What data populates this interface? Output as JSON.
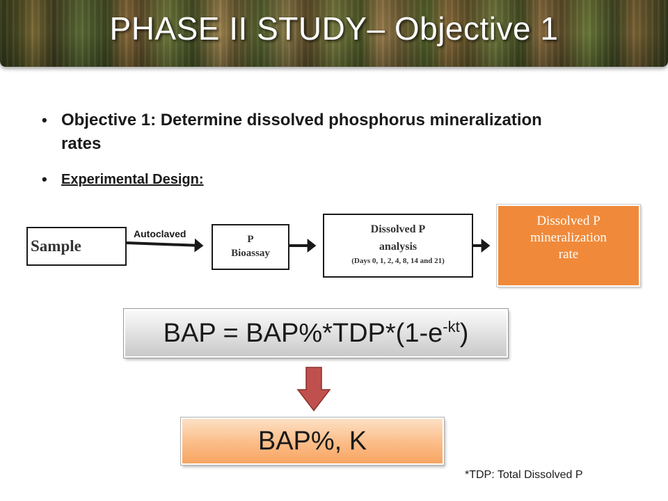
{
  "slide": {
    "title": "PHASE II STUDY– Objective 1"
  },
  "bullets": [
    {
      "text": "Objective 1: Determine dissolved phosphorus mineralization rates"
    },
    {
      "text": "Experimental Design:"
    }
  ],
  "flow": {
    "sample": "Sample",
    "arrow_label": "Autoclaved",
    "bioassay_line1": "P",
    "bioassay_line2": "Bioassay",
    "analysis_line1": "Dissolved P",
    "analysis_line2": "analysis",
    "analysis_days": "(Days 0, 1, 2, 4, 8, 14 and 21)",
    "rate_line1": "Dissolved P",
    "rate_line2": "mineralization",
    "rate_line3": "rate"
  },
  "formula": {
    "main": "BAP = BAP%*TDP*(1-e",
    "superscript": "-kt",
    "close": ")"
  },
  "result": "BAP%, K",
  "footnote": "*TDP: Total Dissolved P",
  "colors": {
    "rate_box": "#f08a3a",
    "down_arrow": "#c0504d",
    "result_gradient_end": "#f8a461"
  }
}
